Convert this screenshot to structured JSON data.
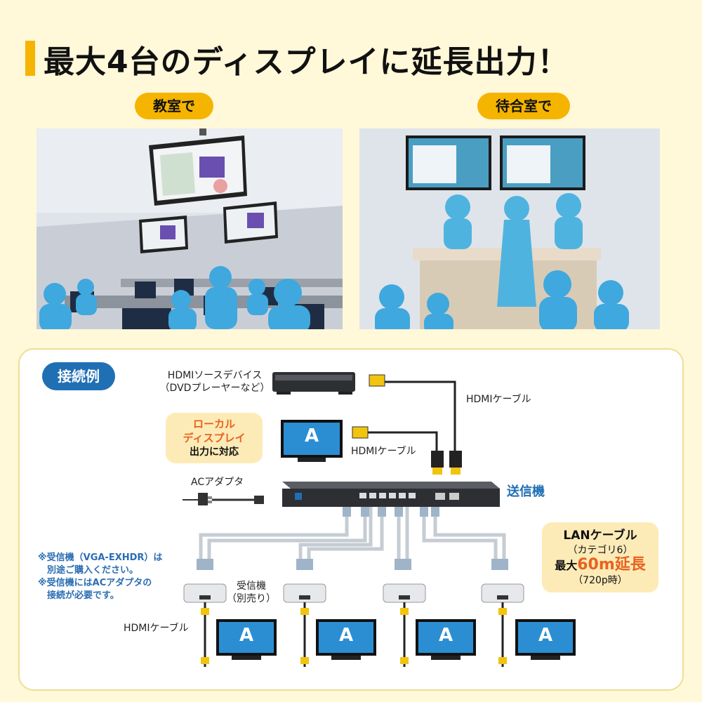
{
  "title": "最大4台のディスプレイに延長出力！",
  "scenes": {
    "classroom": {
      "label": "教室で"
    },
    "waiting_room": {
      "label": "待合室で"
    }
  },
  "connection": {
    "heading": "接続例",
    "source_device": {
      "line1": "HDMIソースデバイス",
      "line2": "（DVDプレーヤーなど）"
    },
    "hdmi_cable_top": "HDMIケーブル",
    "hdmi_cable_local": "HDMIケーブル",
    "hdmi_cable_bottom": "HDMIケーブル",
    "local_display": {
      "line1": "ローカル",
      "line2": "ディスプレイ",
      "line3": "出力に対応"
    },
    "ac_adapter": "ACアダプタ",
    "transmitter": "送信機",
    "lan_cable": {
      "line1": "LANケーブル",
      "line2": "（カテゴリ6）",
      "line3_prefix": "最大",
      "line3_highlight": "60m延長",
      "line4": "（720p時）"
    },
    "receiver": {
      "line1": "受信機",
      "line2": "（別売り）"
    },
    "notes": {
      "line1": "※受信機（VGA-EXHDR）は",
      "line2": "　別途ご購入ください。",
      "line3": "※受信機にはACアダプタの",
      "line4": "　接続が必要です。"
    },
    "monitor_letter": "A"
  },
  "colors": {
    "accent_yellow": "#f5b400",
    "brand_blue": "#1f6fb4",
    "highlight_orange": "#e8621f",
    "callout_bg": "#fdebb7"
  }
}
